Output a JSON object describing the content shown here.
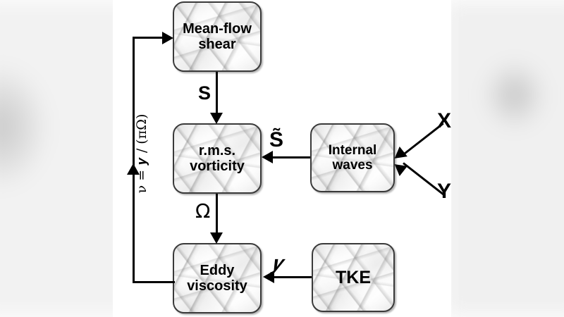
{
  "figure": {
    "title": "Eddy viscosity feedback loop schematic",
    "background_color": "#ffffff",
    "stroke_color": "#000000",
    "box_fill": "marble-texture"
  },
  "nodes": [
    {
      "id": "mean-flow-shear",
      "line1": "Mean-flow",
      "line2": "shear"
    },
    {
      "id": "rms-vorticity",
      "line1": "r.m.s.",
      "line2": "vorticity"
    },
    {
      "id": "internal-waves",
      "line1": "Internal",
      "line2": "waves"
    },
    {
      "id": "eddy-viscosity",
      "line1": "Eddy",
      "line2": "viscosity"
    },
    {
      "id": "tke",
      "line1": "TKE",
      "line2": ""
    }
  ],
  "edges": {
    "shear_to_vorticity": "S",
    "waves_to_vorticity": "S̃",
    "vorticity_to_eddy": "Ω",
    "tke_to_eddy": "𝒚",
    "external_x": "X",
    "external_y": "Y",
    "feedback": "ν = 𝒚 / (πΩ)"
  }
}
